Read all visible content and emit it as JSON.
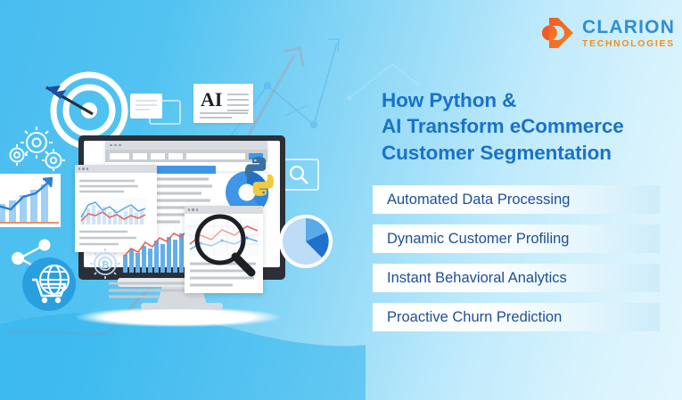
{
  "brand": {
    "logo_icon": "clarion-arrow-logo-icon",
    "name": "CLARION",
    "tagline": "TECHNOLOGIES",
    "name_color": "#2f8fd4",
    "tagline_color": "#f0901e",
    "mark_color": "#f2622a"
  },
  "headline": {
    "line1": "How Python &",
    "line2": "AI Transform eCommerce",
    "line3": "Customer Segmentation",
    "color": "#1a72c8"
  },
  "bullets": [
    {
      "label": "Automated Data Processing"
    },
    {
      "label": "Dynamic Customer Profiling"
    },
    {
      "label": "Instant Behavioral Analytics"
    },
    {
      "label": "Proactive Churn Prediction"
    }
  ],
  "illustration": {
    "ai_card_text": "AI",
    "icons": [
      {
        "name": "dartboard-target-icon"
      },
      {
        "name": "gears-icon"
      },
      {
        "name": "bar-chart-growth-card-icon"
      },
      {
        "name": "network-share-icon"
      },
      {
        "name": "globe-shopping-cart-icon"
      },
      {
        "name": "python-logo-icon"
      },
      {
        "name": "pie-chart-icon"
      },
      {
        "name": "magnifier-icon"
      },
      {
        "name": "desktop-monitor-icon"
      },
      {
        "name": "bitcoin-gear-icon"
      },
      {
        "name": "search-card-icon"
      },
      {
        "name": "document-cards-icon"
      }
    ],
    "chart_colors": {
      "primary_blue": "#2f8fe0",
      "light_blue": "#aed6f7",
      "accent_red": "#e8635f",
      "bar_blue": "#4ea3e8"
    }
  },
  "background": {
    "gradient_from": "#49bdf0",
    "gradient_to": "#e2f6fe",
    "wave_color": "#2fb4ec"
  }
}
